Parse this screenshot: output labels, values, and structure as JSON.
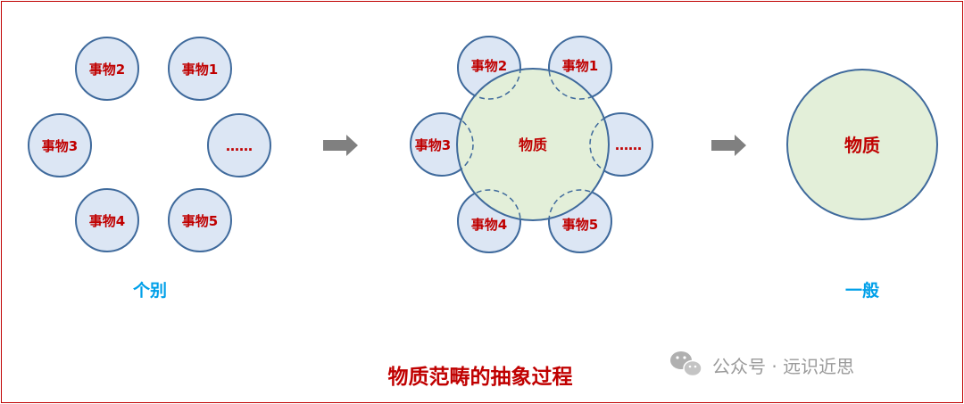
{
  "colors": {
    "frame_border": "#c00000",
    "circle_fill_blue": "#dce6f4",
    "circle_stroke": "#3f6a9c",
    "circle_fill_green": "#e3efd9",
    "text_red": "#c00000",
    "text_blue": "#00a0e9",
    "arrow": "#808080",
    "watermark": "#9a9a9a"
  },
  "stage1": {
    "things": [
      "事物2",
      "事物1",
      "事物3",
      "……",
      "事物4",
      "事物5"
    ],
    "caption": "个别"
  },
  "stage2": {
    "things": [
      "事物2",
      "事物1",
      "事物3",
      "……",
      "事物4",
      "事物5"
    ],
    "center": "物质"
  },
  "stage3": {
    "center": "物质",
    "caption": "一般"
  },
  "title": "物质范畴的抽象过程",
  "watermark": {
    "icon": "wechat-icon",
    "text": "公众号 · 远识近思"
  }
}
